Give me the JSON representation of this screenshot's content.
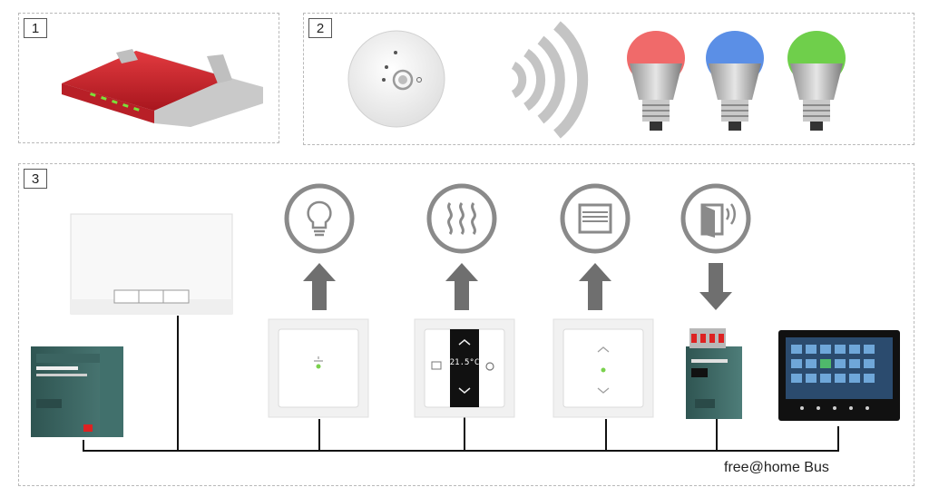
{
  "sections": [
    {
      "label": "1"
    },
    {
      "label": "2"
    },
    {
      "label": "3"
    }
  ],
  "thermostat_display": "21.5°C",
  "bus_label": "free@home Bus",
  "icons": [
    "light-bulb-icon",
    "heating-icon",
    "blind-icon",
    "door-icon"
  ],
  "colors": {
    "router_red": "#c8232c",
    "bulb_red": "#f06a6a",
    "bulb_blue": "#5b8fe6",
    "bulb_green": "#6fcf4b",
    "icon_gray": "#8a8a8a",
    "device_green": "#3f6b67"
  }
}
